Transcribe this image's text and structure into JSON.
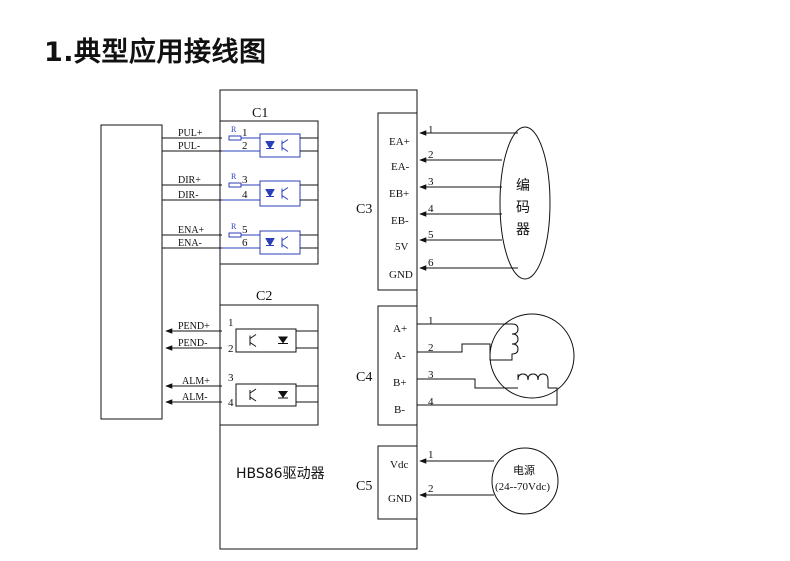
{
  "title": "1.典型应用接线图",
  "driver_label": "HBS86驱动器",
  "connectors": {
    "c1": "C1",
    "c2": "C2",
    "c3": "C3",
    "c4": "C4",
    "c5": "C5"
  },
  "c1_signals": [
    {
      "label": "PUL+",
      "pin": "1"
    },
    {
      "label": "PUL-",
      "pin": "2"
    },
    {
      "label": "DIR+",
      "pin": "3"
    },
    {
      "label": "DIR-",
      "pin": "4"
    },
    {
      "label": "ENA+",
      "pin": "5"
    },
    {
      "label": "ENA-",
      "pin": "6"
    }
  ],
  "resistor_label": "R",
  "c2_signals": [
    {
      "label": "PEND+",
      "pin": "1"
    },
    {
      "label": "PEND-",
      "pin": "2"
    },
    {
      "label": "ALM+",
      "pin": "3"
    },
    {
      "label": "ALM-",
      "pin": "4"
    }
  ],
  "c3_signals": [
    {
      "label": "EA+",
      "pin": "1"
    },
    {
      "label": "EA-",
      "pin": "2"
    },
    {
      "label": "EB+",
      "pin": "3"
    },
    {
      "label": "EB-",
      "pin": "4"
    },
    {
      "label": "5V",
      "pin": "5"
    },
    {
      "label": "GND",
      "pin": "6"
    }
  ],
  "encoder_label": [
    "编",
    "码",
    "器"
  ],
  "c4_signals": [
    {
      "label": "A+",
      "pin": "1"
    },
    {
      "label": "A-",
      "pin": "2"
    },
    {
      "label": "B+",
      "pin": "3"
    },
    {
      "label": "B-",
      "pin": "4"
    }
  ],
  "c5_signals": [
    {
      "label": "Vdc",
      "pin": "1"
    },
    {
      "label": "GND",
      "pin": "2"
    }
  ],
  "power_label": "电源",
  "power_range": "(24--70Vdc)",
  "colors": {
    "optocoupler": "#2b3fb8",
    "line": "#111111"
  }
}
